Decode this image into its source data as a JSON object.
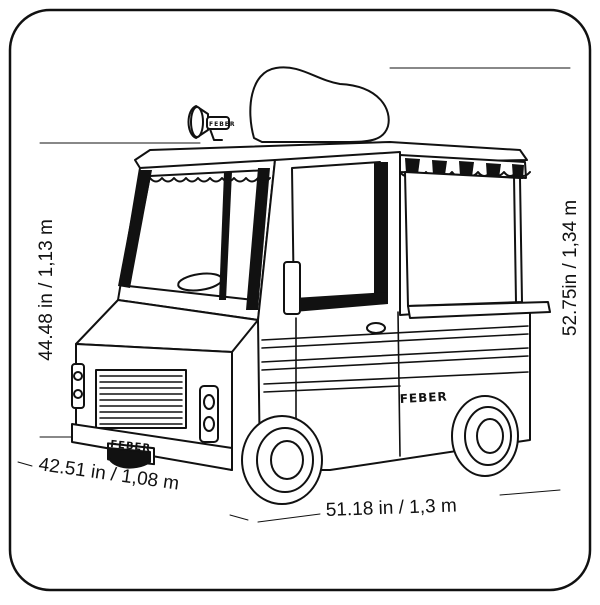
{
  "dimensions": {
    "height_front": "44.48 in / 1,13 m",
    "height_back": "52.75in / 1,34 m",
    "width": "42.51 in / 1,08 m",
    "length": "51.18 in / 1,3 m"
  },
  "brand_labels": {
    "side": "FEBER",
    "front_plate": "FEBER",
    "megaphone": "FEBER"
  }
}
